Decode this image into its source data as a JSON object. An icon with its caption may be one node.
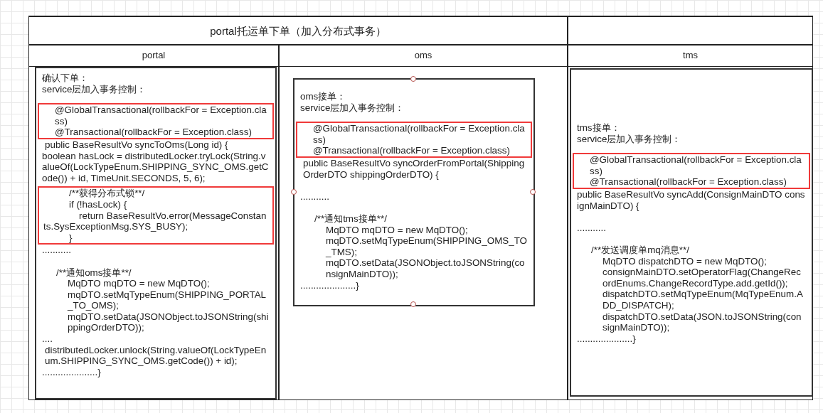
{
  "diagram": {
    "nodes": [
      {
        "text": [
          "portal托运单下单（加入分布式事务）"
        ]
      },
      {
        "text": [],
        "shape": "box"
      },
      {
        "text": [
          "portal"
        ]
      },
      {
        "text": [
          "oms"
        ]
      },
      {
        "text": [
          "tms"
        ]
      },
      {
        "text": [
          "确认下单：",
          "service层加入事务控制：",
          "public BaseResultVo syncToOms(Long id) {",
          "boolean hasLock = distributedLocker.tryLock(String.valueOf(LockTypeEnum.SHIPPING_SYNC_OMS.getCode()) + id, TimeUnit.SECONDS, 5, 6);",
          "...........",
          "/**通知oms接单**/",
          "MqDTO mqDTO = new MqDTO();",
          "mqDTO.setMqTypeEnum(SHIPPING_PORTAL_TO_OMS);",
          "mqDTO.setData(JSONObject.toJSONString(shippingOrderDTO));",
          "....",
          "distributedLocker.unlock(String.valueOf(LockTypeEnum.SHIPPING_SYNC_OMS.getCode()) + id);",
          ".....................}"
        ],
        "in": 2
      },
      {
        "text": [
          "@GlobalTransactional(rollbackFor = Exception.class)",
          "@Transactional(rollbackFor = Exception.class)"
        ],
        "in": 5
      },
      {
        "text": [
          "/**获得分布式锁**/",
          "if (!hasLock) {",
          "return BaseResultVo.error(MessageConstants.SysExceptionMsg.SYS_BUSY);",
          "}"
        ],
        "in": 5
      },
      {
        "text": [
          "oms接单：",
          "service层加入事务控制：",
          "public BaseResultVo syncOrderFromPortal(ShippingOrderDTO shippingOrderDTO) {",
          "...........",
          "/**通知tms接单**/",
          "MqDTO mqDTO = new MqDTO();",
          "mqDTO.setMqTypeEnum(SHIPPING_OMS_TO_TMS);",
          "mqDTO.setData(JSONObject.toJSONString(consignMainDTO));",
          ".....................}"
        ],
        "in": 3
      },
      {
        "text": [
          "@GlobalTransactional(rollbackFor = Exception.class)",
          "@Transactional(rollbackFor = Exception.class)"
        ],
        "in": 8
      },
      {
        "text": [
          "tms接单：",
          "service层加入事务控制：",
          "public BaseResultVo syncAdd(ConsignMainDTO consignMainDTO) {",
          "...........",
          "/**发送调度单mq消息**/",
          "MqDTO dispatchDTO = new MqDTO();",
          "consignMainDTO.setOperatorFlag(ChangeRecordEnums.ChangeRecordType.add.getId());",
          "dispatchDTO.setMqTypeEnum(MqTypeEnum.ADD_DISPATCH);",
          "dispatchDTO.setData(JSON.toJSONString(consignMainDTO));",
          ".....................}"
        ],
        "in": 4
      },
      {
        "text": [
          "@GlobalTransactional(rollbackFor = Exception.class)",
          "@Transactional(rollbackFor = Exception.class)"
        ],
        "in": 10
      }
    ]
  }
}
